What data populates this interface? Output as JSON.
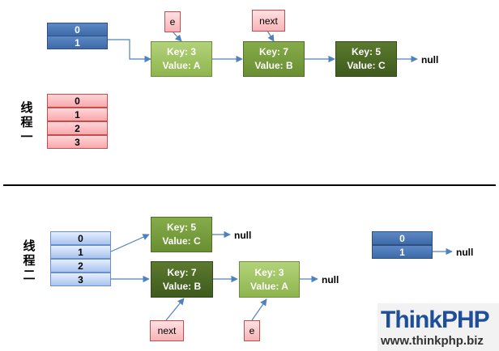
{
  "thread_one": {
    "label": "线程一",
    "old_table": [
      "0",
      "1"
    ],
    "new_table": [
      "0",
      "1",
      "2",
      "3"
    ],
    "tag_e": "e",
    "tag_next": "next",
    "chain": [
      {
        "key": "Key: 3",
        "value": "Value: A"
      },
      {
        "key": "Key: 7",
        "value": "Value: B"
      },
      {
        "key": "Key: 5",
        "value": "Value: C"
      }
    ],
    "null_label": "null"
  },
  "thread_two": {
    "label": "线程二",
    "new_table": [
      "0",
      "1",
      "2",
      "3"
    ],
    "slot1_node": {
      "key": "Key: 5",
      "value": "Value: C"
    },
    "slot3_chain": [
      {
        "key": "Key: 7",
        "value": "Value: B"
      },
      {
        "key": "Key: 3",
        "value": "Value: A"
      }
    ],
    "tag_next": "next",
    "tag_e": "e",
    "null_label_1": "null",
    "null_label_2": "null",
    "old_table": [
      "0",
      "1"
    ],
    "null_label_3": "null"
  },
  "watermark": {
    "title": "ThinkPHP",
    "url": "www.thinkphp.biz"
  },
  "colors": {
    "arrow": "#4f81bd",
    "node_light": "#8fb54e",
    "node_mid": "#698f32",
    "node_dark": "#3f5a1d",
    "table_dark_blue": "#3f6aa8",
    "table_pink": "#f8a8ac",
    "table_light_blue": "#a9c4f0",
    "logo_blue": "#1f4f9a"
  }
}
